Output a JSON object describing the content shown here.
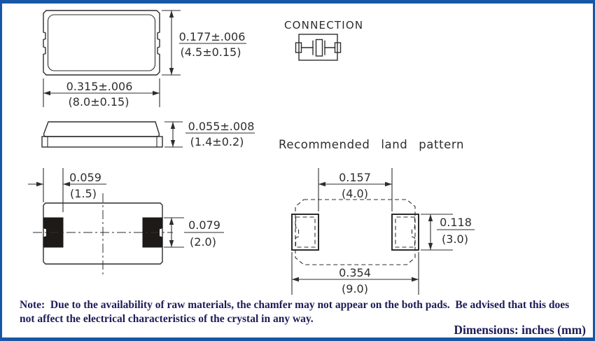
{
  "colors": {
    "frame": "#1757a5",
    "drawing_line": "#2d2d2d",
    "note_text": "#1c1c58",
    "pad_fill": "#1d1a18",
    "background": "#ffffff"
  },
  "top_view": {
    "height_dim": {
      "inches": "0.177±.006",
      "mm": "(4.5±0.15)"
    },
    "width_dim": {
      "inches": "0.315±.006",
      "mm": "(8.0±0.15)"
    }
  },
  "side_view": {
    "thickness_dim": {
      "inches": "0.055±.008",
      "mm": "(1.4±0.2)"
    }
  },
  "connection": {
    "title": "CONNECTION"
  },
  "land_pattern": {
    "title": "Recommended land pattern",
    "pad_span_dim": {
      "inches": "0.157",
      "mm": "(4.0)"
    },
    "pad_height_dim": {
      "inches": "0.118",
      "mm": "(3.0)"
    },
    "overall_width_dim": {
      "inches": "0.354",
      "mm": "(9.0)"
    }
  },
  "bottom_view": {
    "pad_width_dim": {
      "inches": "0.059",
      "mm": "(1.5)"
    },
    "pad_height_dim": {
      "inches": "0.079",
      "mm": "(2.0)"
    }
  },
  "note": {
    "line1": "Note:  Due to the availability of raw materials, the chamfer may not appear on the both pads.  Be advised that this does",
    "line2": "not affect the electrical characteristics of the crystal in any way."
  },
  "footer": {
    "dimensions_label": "Dimensions: inches (mm)"
  }
}
